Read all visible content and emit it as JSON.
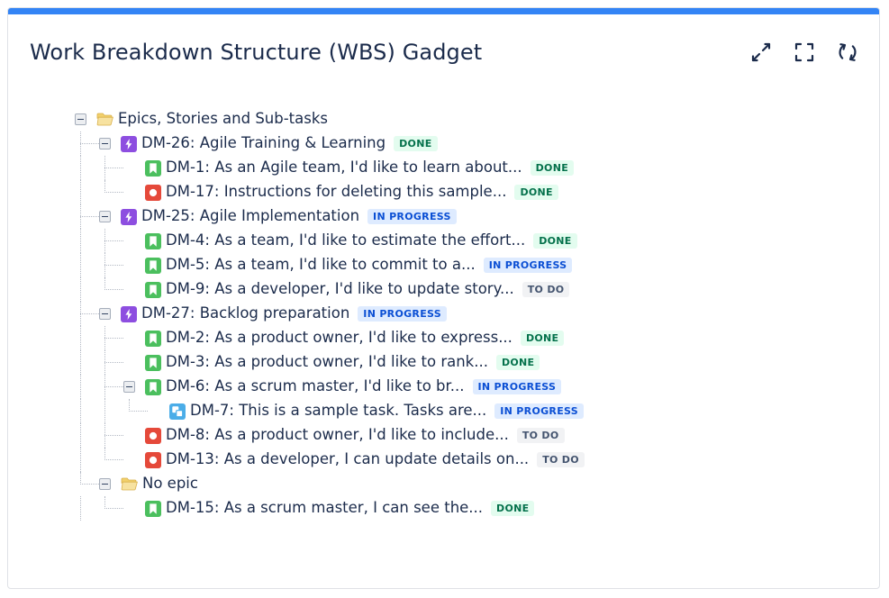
{
  "card": {
    "accent_color": "#3384f5",
    "border_color": "#dfe1e6"
  },
  "header": {
    "title": "Work Breakdown Structure (WBS) Gadget",
    "actions": [
      {
        "name": "collapse-icon",
        "label": "Collapse"
      },
      {
        "name": "fullscreen-icon",
        "label": "Fullscreen"
      },
      {
        "name": "refresh-icon",
        "label": "Refresh"
      }
    ]
  },
  "status_colors": {
    "done_bg": "#e3fcef",
    "done_fg": "#04714b",
    "inprogress_bg": "#deebff",
    "inprogress_fg": "#0b4fd4",
    "todo_bg": "#f1f2f4",
    "todo_fg": "#44546f"
  },
  "icon_colors": {
    "folder": "#f5cd69",
    "epic": "#8d4ee0",
    "story": "#4bbf5e",
    "bug": "#e5493a",
    "subtask": "#4bade8"
  },
  "tree": {
    "rows": [
      {
        "depth": 0,
        "toggle": "minus",
        "icon": "folder-icon",
        "label": "Epics, Stories and Sub-tasks",
        "status": null
      },
      {
        "depth": 1,
        "toggle": "minus",
        "icon": "epic-icon",
        "label": "DM-26: Agile Training & Learning",
        "status": "DONE",
        "status_type": "done"
      },
      {
        "depth": 2,
        "toggle": "none",
        "icon": "story-icon",
        "label": "DM-1: As an Agile team, I'd like to learn about...",
        "status": "DONE",
        "status_type": "done"
      },
      {
        "depth": 2,
        "toggle": "none",
        "icon": "bug-icon",
        "label": "DM-17: Instructions for deleting this sample...",
        "status": "DONE",
        "status_type": "done"
      },
      {
        "depth": 1,
        "toggle": "minus",
        "icon": "epic-icon",
        "label": "DM-25: Agile Implementation",
        "status": "IN PROGRESS",
        "status_type": "inprogress"
      },
      {
        "depth": 2,
        "toggle": "none",
        "icon": "story-icon",
        "label": "DM-4: As a team, I'd like to estimate the effort...",
        "status": "DONE",
        "status_type": "done"
      },
      {
        "depth": 2,
        "toggle": "none",
        "icon": "story-icon",
        "label": "DM-5: As a team, I'd like to commit to a...",
        "status": "IN PROGRESS",
        "status_type": "inprogress"
      },
      {
        "depth": 2,
        "toggle": "none",
        "icon": "story-icon",
        "label": "DM-9: As a developer, I'd like to update story...",
        "status": "TO DO",
        "status_type": "todo"
      },
      {
        "depth": 1,
        "toggle": "minus",
        "icon": "epic-icon",
        "label": "DM-27: Backlog preparation",
        "status": "IN PROGRESS",
        "status_type": "inprogress"
      },
      {
        "depth": 2,
        "toggle": "none",
        "icon": "story-icon",
        "label": "DM-2: As a product owner, I'd like to express...",
        "status": "DONE",
        "status_type": "done"
      },
      {
        "depth": 2,
        "toggle": "none",
        "icon": "story-icon",
        "label": "DM-3: As a product owner, I'd like to rank...",
        "status": "DONE",
        "status_type": "done"
      },
      {
        "depth": 2,
        "toggle": "minus",
        "icon": "story-icon",
        "label": "DM-6: As a scrum master, I'd like to br...",
        "status": "IN PROGRESS",
        "status_type": "inprogress"
      },
      {
        "depth": 3,
        "toggle": "none",
        "icon": "subtask-icon",
        "label": "DM-7: This is a sample task. Tasks are...",
        "status": "IN PROGRESS",
        "status_type": "inprogress"
      },
      {
        "depth": 2,
        "toggle": "none",
        "icon": "bug-icon",
        "label": "DM-8: As a product owner, I'd like to include...",
        "status": "TO DO",
        "status_type": "todo"
      },
      {
        "depth": 2,
        "toggle": "none",
        "icon": "bug-icon",
        "label": "DM-13: As a developer, I can update details on...",
        "status": "TO DO",
        "status_type": "todo"
      },
      {
        "depth": 1,
        "toggle": "minus",
        "icon": "folder-icon",
        "label": "No epic",
        "status": null
      },
      {
        "depth": 2,
        "toggle": "none",
        "icon": "story-icon",
        "label": "DM-15: As a scrum master, I can see the...",
        "status": "DONE",
        "status_type": "done"
      }
    ]
  }
}
